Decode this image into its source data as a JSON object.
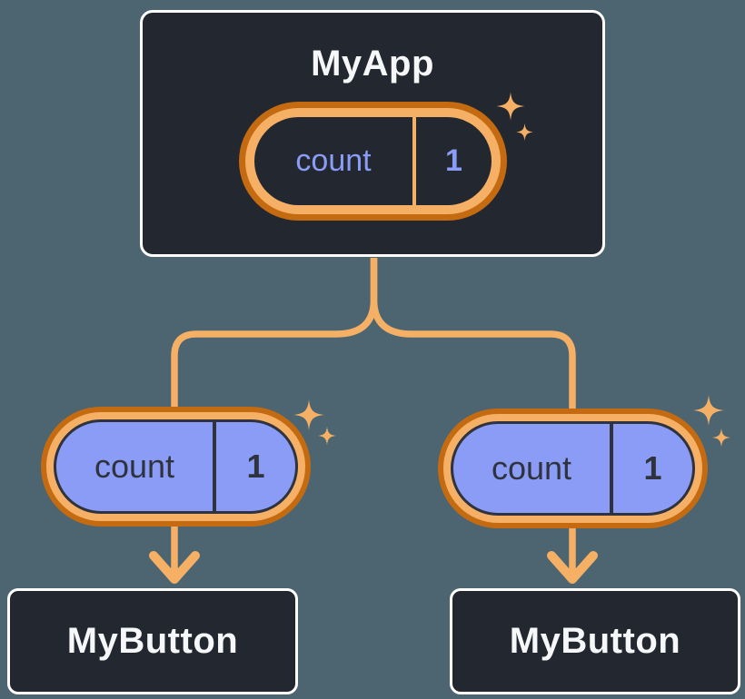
{
  "colors": {
    "background": "#4c6571",
    "node_fill": "#23272f",
    "node_border": "#ffffff",
    "node_text": "#f6f7f9",
    "orange_dark": "#c46a11",
    "orange_light": "#f5b066",
    "periwinkle": "#8b9cf6",
    "pill_dark": "#2e333d"
  },
  "diagram": {
    "root": {
      "title": "MyApp",
      "state": {
        "name": "count",
        "value": "1"
      }
    },
    "children": [
      {
        "title": "MyButton",
        "prop": {
          "name": "count",
          "value": "1"
        }
      },
      {
        "title": "MyButton",
        "prop": {
          "name": "count",
          "value": "1"
        }
      }
    ]
  }
}
